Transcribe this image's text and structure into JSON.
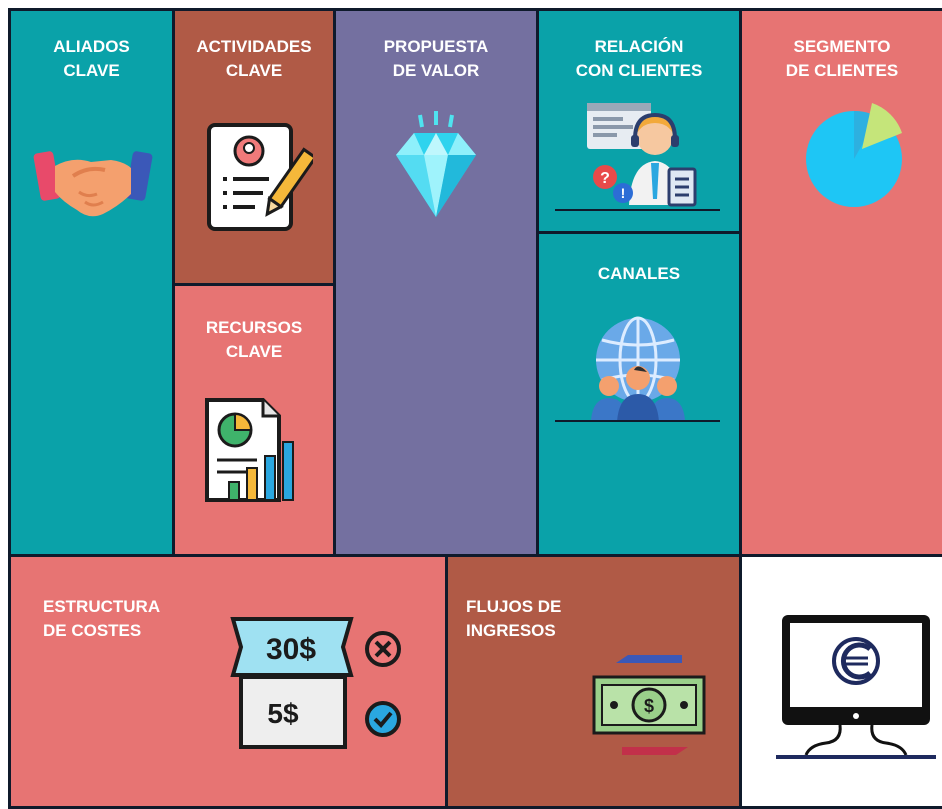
{
  "colors": {
    "teal": "#0aa2a9",
    "brown": "#b05a46",
    "salmon": "#e77473",
    "purple": "#7470a0",
    "border": "#0f1a2b",
    "white": "#ffffff"
  },
  "blocks": {
    "aliados": {
      "title": "ALIADOS\nCLAVE",
      "icon": "handshake-icon"
    },
    "actividades": {
      "title": "ACTIVIDADES\nCLAVE",
      "icon": "document-pencil-icon"
    },
    "recursos": {
      "title": "RECURSOS\nCLAVE",
      "icon": "report-chart-icon"
    },
    "propuesta": {
      "title": "PROPUESTA\nDE VALOR",
      "icon": "diamond-icon"
    },
    "relacion": {
      "title": "RELACIÓN\nCON CLIENTES",
      "icon": "customer-support-icon"
    },
    "canales": {
      "title": "CANALES",
      "icon": "globe-people-icon"
    },
    "segmento": {
      "title": "SEGMENTO\nDE CLIENTES",
      "icon": "pie-chart-icon"
    },
    "costes": {
      "title": "ESTRUCTURA\nDE COSTES",
      "icon": "price-tag-icon",
      "price_high": "30$",
      "price_low": "5$"
    },
    "ingresos": {
      "title": "FLUJOS DE\nINGRESOS",
      "icon": "money-exchange-icon",
      "currency_symbol": "$"
    },
    "logo": {
      "icon": "monitor-logo-icon"
    }
  }
}
